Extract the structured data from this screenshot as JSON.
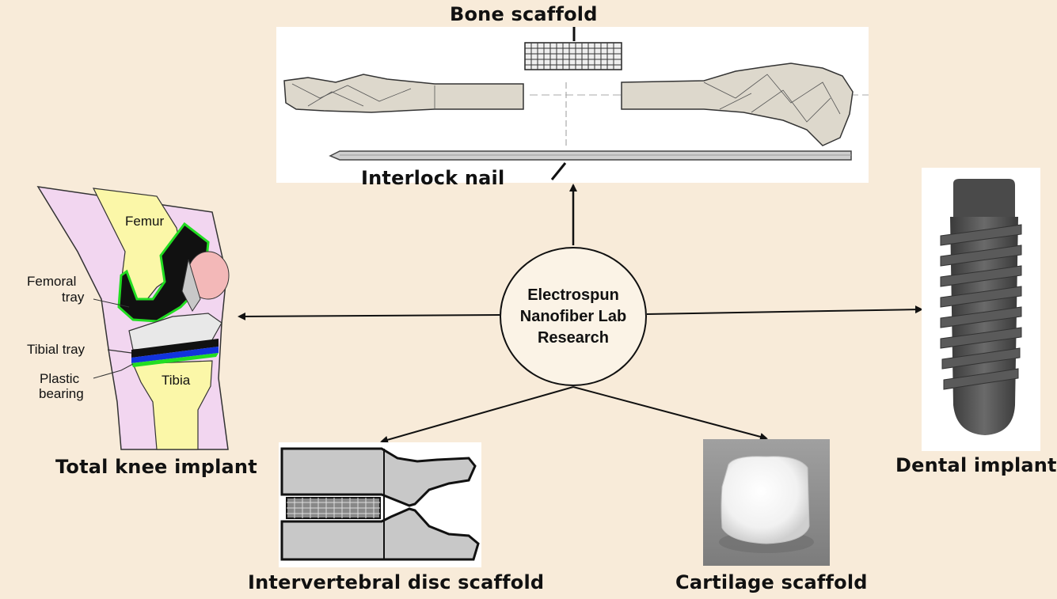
{
  "hub": {
    "lines": [
      "Electrospun",
      "Nanofiber Lab",
      "Research"
    ]
  },
  "bone": {
    "title": "Bone scaffold",
    "nail_label": "Interlock nail"
  },
  "knee": {
    "title": "Total knee implant",
    "labels": {
      "femur": "Femur",
      "femoral_tray_1": "Femoral",
      "femoral_tray_2": "tray",
      "tibial_tray": "Tibial tray",
      "plastic_1": "Plastic",
      "plastic_2": "bearing",
      "tibia": "Tibia"
    }
  },
  "dental": {
    "title": "Dental implant"
  },
  "disc": {
    "title": "Intervertebral disc scaffold"
  },
  "cartilage": {
    "title": "Cartilage scaffold"
  },
  "colors": {
    "background": "#f8ebd9",
    "femur_yellow": "#fbf7a8",
    "soft_tissue_pink": "#f2d6f0",
    "implant_green": "#22dd22",
    "implant_blue": "#1133dd",
    "patella_pink": "#f3b8b8",
    "bone_gray": "#ddd8cc",
    "screw_gray": "#555555"
  }
}
